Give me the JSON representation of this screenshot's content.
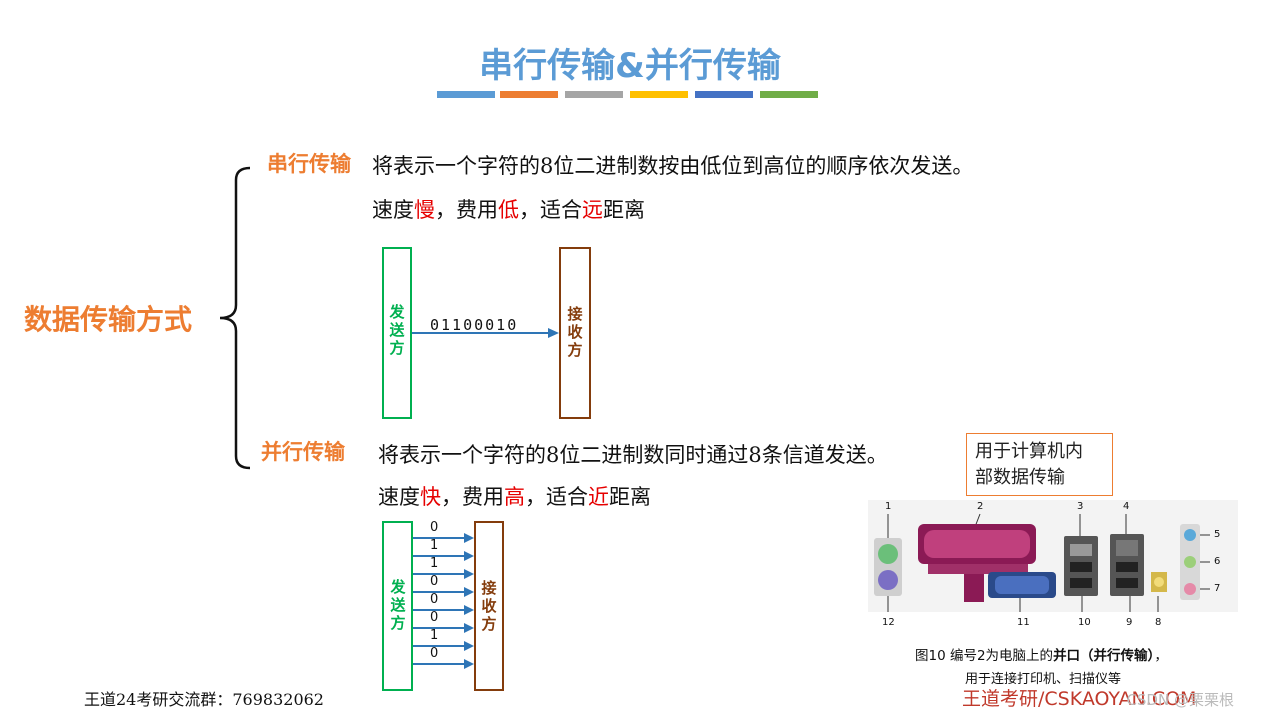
{
  "slide": {
    "title": "串行传输&并行传输",
    "title_bar_colors": [
      "#5b9bd5",
      "#ed7d31",
      "#a5a5a5",
      "#ffc000",
      "#4472c4",
      "#70ad47"
    ],
    "main_label": "数据传输方式"
  },
  "serial": {
    "label": "串行传输",
    "description": "将表示一个字符的8位二进制数按由低位到高位的顺序依次发送。",
    "speed_prefix": "速度",
    "speed": "慢",
    "cost_prefix": "，费用",
    "cost": "低",
    "distance_prefix": "，适合",
    "distance": "远",
    "distance_suffix": "距离",
    "sender": "发送方",
    "receiver": "接收方",
    "bits": "01100010"
  },
  "parallel": {
    "label": "并行传输",
    "description": "将表示一个字符的8位二进制数同时通过8条信道发送。",
    "speed_prefix": "速度",
    "speed": "快",
    "cost_prefix": "，费用",
    "cost": "高",
    "distance_prefix": "，适合",
    "distance": "近",
    "distance_suffix": "距离",
    "sender": "发送方",
    "receiver": "接收方",
    "bits": [
      "0",
      "1",
      "1",
      "0",
      "0",
      "0",
      "1",
      "0"
    ]
  },
  "callout": {
    "line1": "用于计算机内",
    "line2": "部数据传输"
  },
  "figure": {
    "port_numbers": [
      "1",
      "2",
      "3",
      "4",
      "5",
      "6",
      "7",
      "12",
      "11",
      "10",
      "9",
      "8"
    ],
    "caption_prefix": "图10  编号2为电脑上的",
    "caption_bold": "并口（并行传输）",
    "caption_suffix": "，",
    "caption_line2": "用于连接打印机、扫描仪等"
  },
  "footer": {
    "left": "王道24考研交流群：769832062",
    "right": "王道考研/CSKAOYAN.COM",
    "watermark": "CSDN @栗栗根"
  },
  "colors": {
    "orange": "#ed7d31",
    "green": "#00b050",
    "brown": "#843c0c",
    "arrow": "#2e75b6",
    "red": "#e60000"
  }
}
